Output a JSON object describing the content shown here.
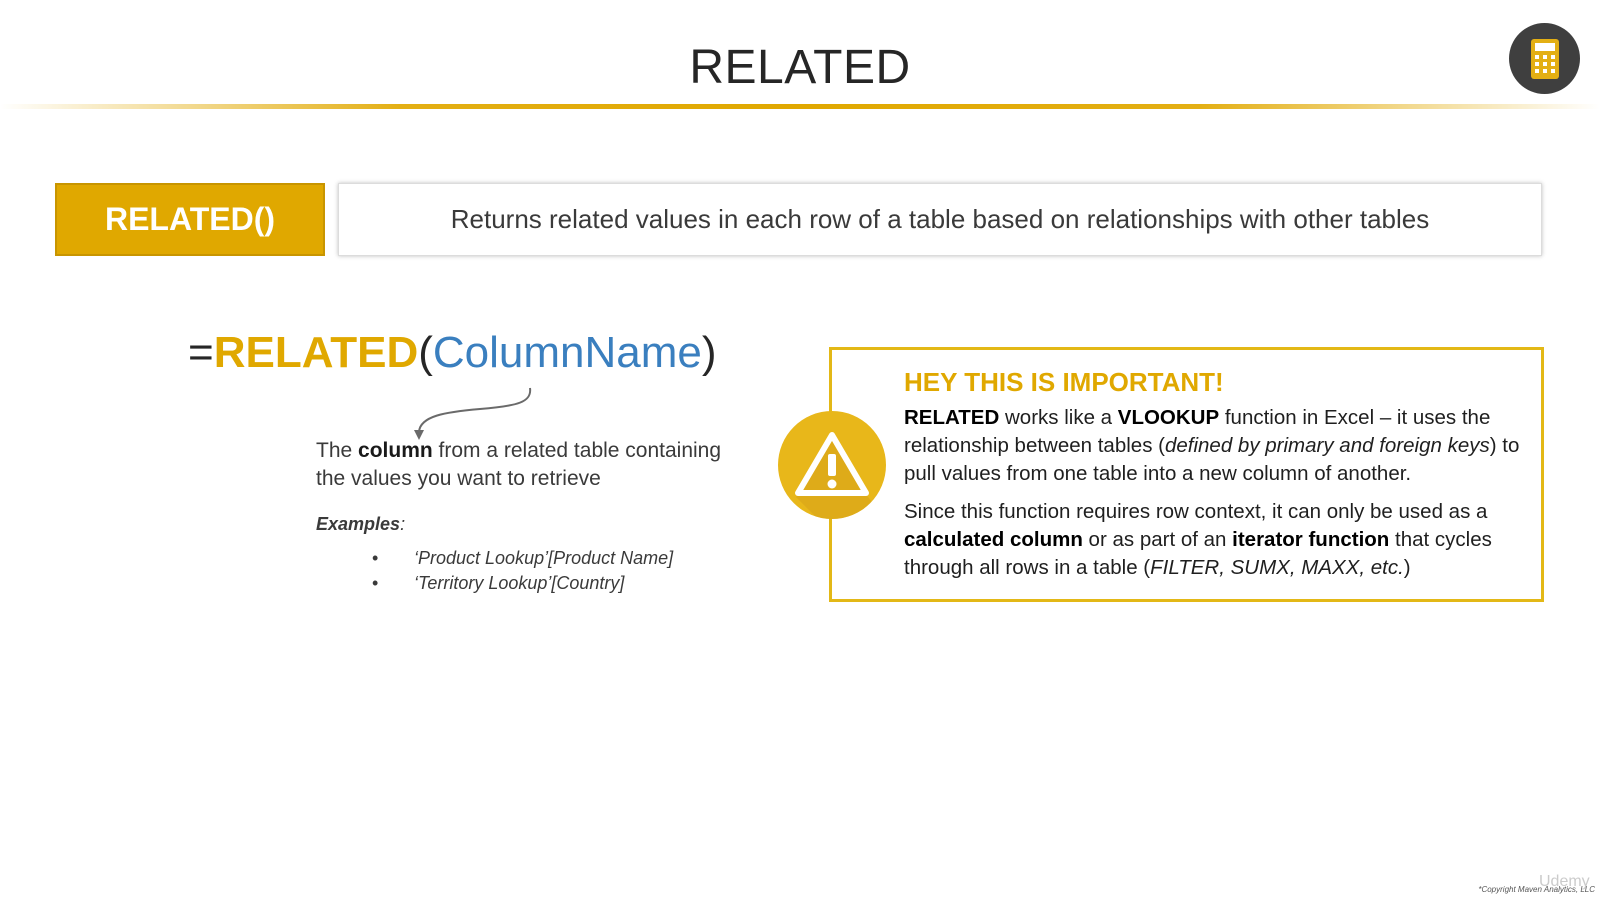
{
  "slide": {
    "title": "RELATED"
  },
  "function_card": {
    "name": "RELATED()",
    "description": "Returns related values in each row of a table based on relationships with other tables"
  },
  "syntax": {
    "equals": "=",
    "function_name": "RELATED",
    "open_paren": "(",
    "argument": "ColumnName",
    "close_paren": ")"
  },
  "argument_note": {
    "prefix": "The ",
    "bold": "column",
    "suffix": " from a related table containing the values you want to retrieve"
  },
  "examples": {
    "label": "Examples",
    "colon": ":",
    "items": [
      "‘Product Lookup’[Product Name]",
      "‘Territory Lookup’[Country]"
    ]
  },
  "callout": {
    "title": "HEY THIS IS IMPORTANT!",
    "p1": {
      "b1": "RELATED",
      "t1": " works like a ",
      "b2": "VLOOKUP",
      "t2": " function in Excel – it uses the relationship between tables (",
      "i1": "defined by primary and foreign keys",
      "t3": ") to pull values from one table into a new column of another."
    },
    "p2": {
      "t1": "Since this function requires row context, it can only be used as a ",
      "b1": "calculated column",
      "t2": " or as part of an ",
      "b2": "iterator function",
      "t3": " that cycles through all rows in a table (",
      "i1": "FILTER, SUMX, MAXX, etc.",
      "t4": ")"
    }
  },
  "footer": {
    "copyright": "*Copyright Maven Analytics, LLC",
    "watermark": "Udemy"
  },
  "colors": {
    "accent_gold": "#e0a800",
    "argument_blue": "#3a7fbf",
    "badge_dark": "#3f3f3f"
  },
  "icons": {
    "badge": "calculator-icon",
    "callout": "warning-triangle-icon"
  }
}
